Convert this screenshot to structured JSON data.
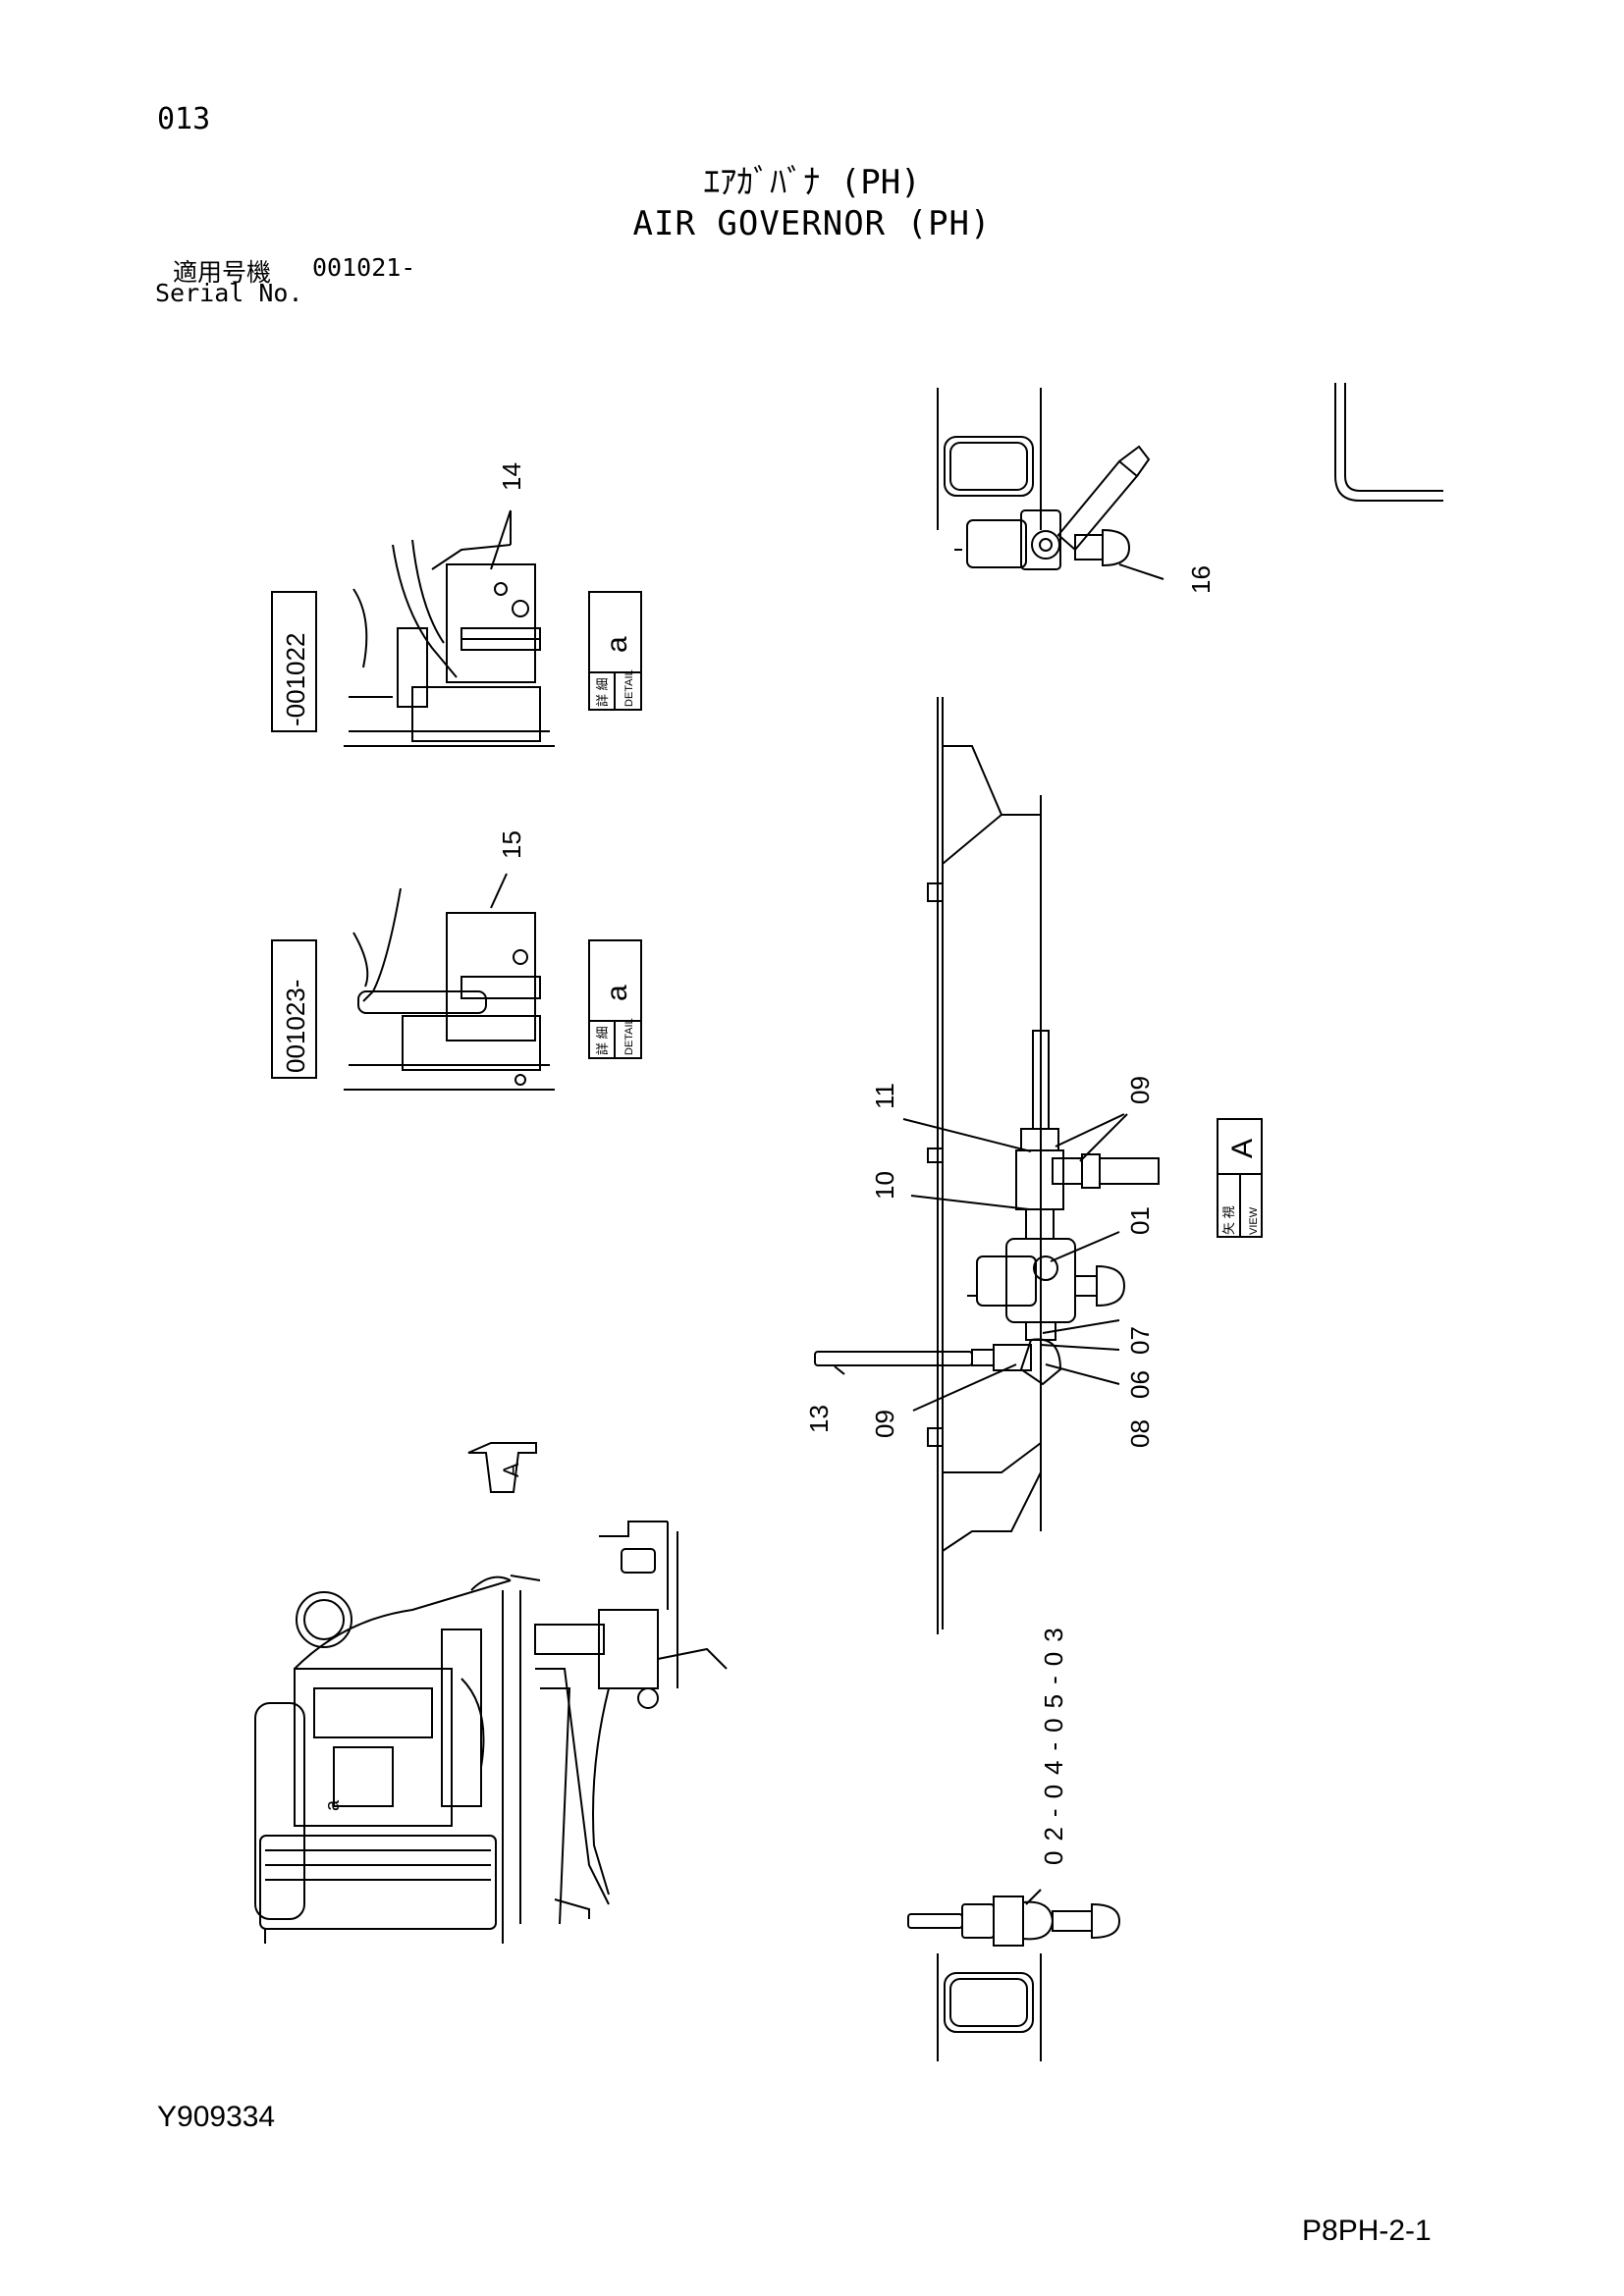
{
  "header": {
    "page_number": "013",
    "title_jp": "ｴｱｶﾞﾊﾞﾅ (PH)",
    "title_en": "AIR GOVERNOR (PH)",
    "serial_label_jp": "適用号機",
    "serial_value": "001021-",
    "serial_label_en": "Serial No."
  },
  "detail_views": [
    {
      "serial_range": "-001022",
      "part_ref": "14",
      "detail_letter": "a",
      "detail_jp": "詳 細",
      "detail_en": "DETAIL"
    },
    {
      "serial_range": "001023-",
      "part_ref": "15",
      "detail_letter": "a",
      "detail_jp": "詳 細",
      "detail_en": "DETAIL"
    }
  ],
  "view_a": {
    "letter": "A",
    "label_jp": "矢 視",
    "label_en": "VIEW"
  },
  "callouts": {
    "top_right": "16",
    "assembly": [
      "11",
      "09",
      "10",
      "01",
      "07",
      "06",
      "08",
      "09",
      "13"
    ],
    "bottom_group": "02-04-05-03"
  },
  "machine_view": {
    "arrow_letter": "A",
    "detail_marker": "a"
  },
  "footer": {
    "doc_code": "Y909334",
    "sheet_code": "P8PH-2-1"
  }
}
